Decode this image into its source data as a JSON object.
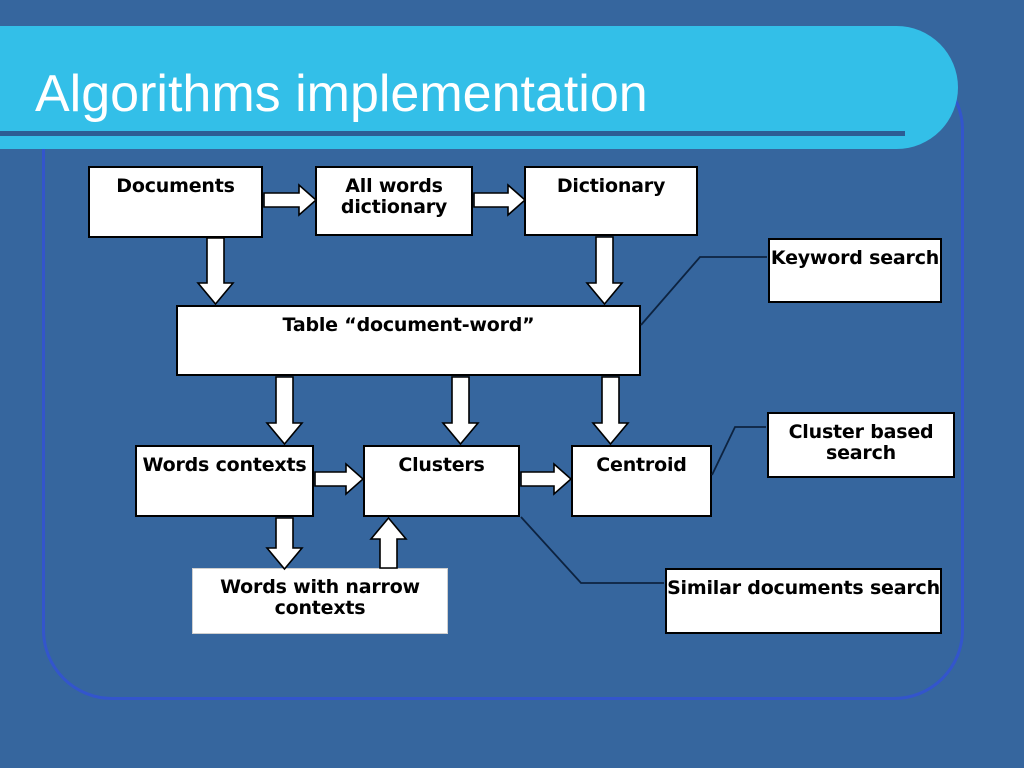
{
  "slide": {
    "title": "Algorithms implementation",
    "background_color": "#36669e",
    "banner_color": "#33bfe8",
    "frame_border_color": "#3355cc",
    "title_color": "#ffffff",
    "rule_color": "#2c5d94"
  },
  "diagram": {
    "type": "flowchart",
    "node_fill": "#ffffff",
    "node_border": "#000000",
    "nodes": [
      {
        "id": "documents",
        "label": "Documents"
      },
      {
        "id": "all-words-dictionary",
        "label": "All words dictionary"
      },
      {
        "id": "dictionary",
        "label": "Dictionary"
      },
      {
        "id": "table-document-word",
        "label": "Table “document-word”"
      },
      {
        "id": "keyword-search",
        "label": "Keyword search"
      },
      {
        "id": "words-contexts",
        "label": "Words contexts"
      },
      {
        "id": "clusters",
        "label": "Clusters"
      },
      {
        "id": "centroid",
        "label": "Centroid"
      },
      {
        "id": "cluster-based-search",
        "label": "Cluster based search"
      },
      {
        "id": "words-with-narrow-contexts",
        "label": "Words with narrow contexts"
      },
      {
        "id": "similar-documents-search",
        "label": "Similar documents search"
      }
    ],
    "edges": [
      {
        "from": "documents",
        "to": "all-words-dictionary",
        "kind": "block-arrow"
      },
      {
        "from": "all-words-dictionary",
        "to": "dictionary",
        "kind": "block-arrow"
      },
      {
        "from": "documents",
        "to": "table-document-word",
        "kind": "block-arrow"
      },
      {
        "from": "dictionary",
        "to": "table-document-word",
        "kind": "block-arrow"
      },
      {
        "from": "table-document-word",
        "to": "words-contexts",
        "kind": "block-arrow"
      },
      {
        "from": "table-document-word",
        "to": "clusters",
        "kind": "block-arrow"
      },
      {
        "from": "table-document-word",
        "to": "centroid",
        "kind": "block-arrow"
      },
      {
        "from": "words-contexts",
        "to": "clusters",
        "kind": "block-arrow"
      },
      {
        "from": "clusters",
        "to": "centroid",
        "kind": "block-arrow"
      },
      {
        "from": "words-contexts",
        "to": "words-with-narrow-contexts",
        "kind": "block-arrow"
      },
      {
        "from": "words-with-narrow-contexts",
        "to": "clusters",
        "kind": "block-arrow"
      },
      {
        "from": "table-document-word",
        "to": "keyword-search",
        "kind": "callout-line"
      },
      {
        "from": "centroid",
        "to": "cluster-based-search",
        "kind": "callout-line"
      },
      {
        "from": "clusters",
        "to": "similar-documents-search",
        "kind": "callout-line"
      }
    ]
  }
}
